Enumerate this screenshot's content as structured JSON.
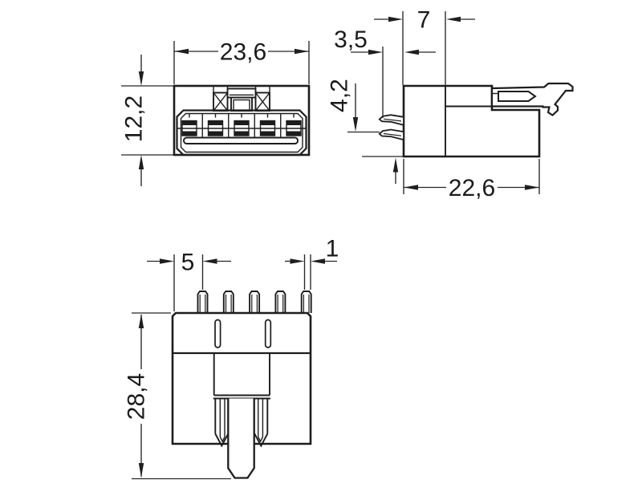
{
  "colors": {
    "ink": "#1d1d1d",
    "background": "#ffffff"
  },
  "views": {
    "front": {
      "dimensions": {
        "width": "23,6",
        "height": "12,2"
      }
    },
    "side": {
      "dimensions": {
        "hood_depth": "7",
        "pin_projection": "3,5",
        "pin_to_bottom": "4,2",
        "housing_depth": "22,6"
      }
    },
    "bottom": {
      "dimensions": {
        "pin_edge_distance": "5",
        "pin_width": "1",
        "overall_length": "28,4"
      }
    }
  }
}
